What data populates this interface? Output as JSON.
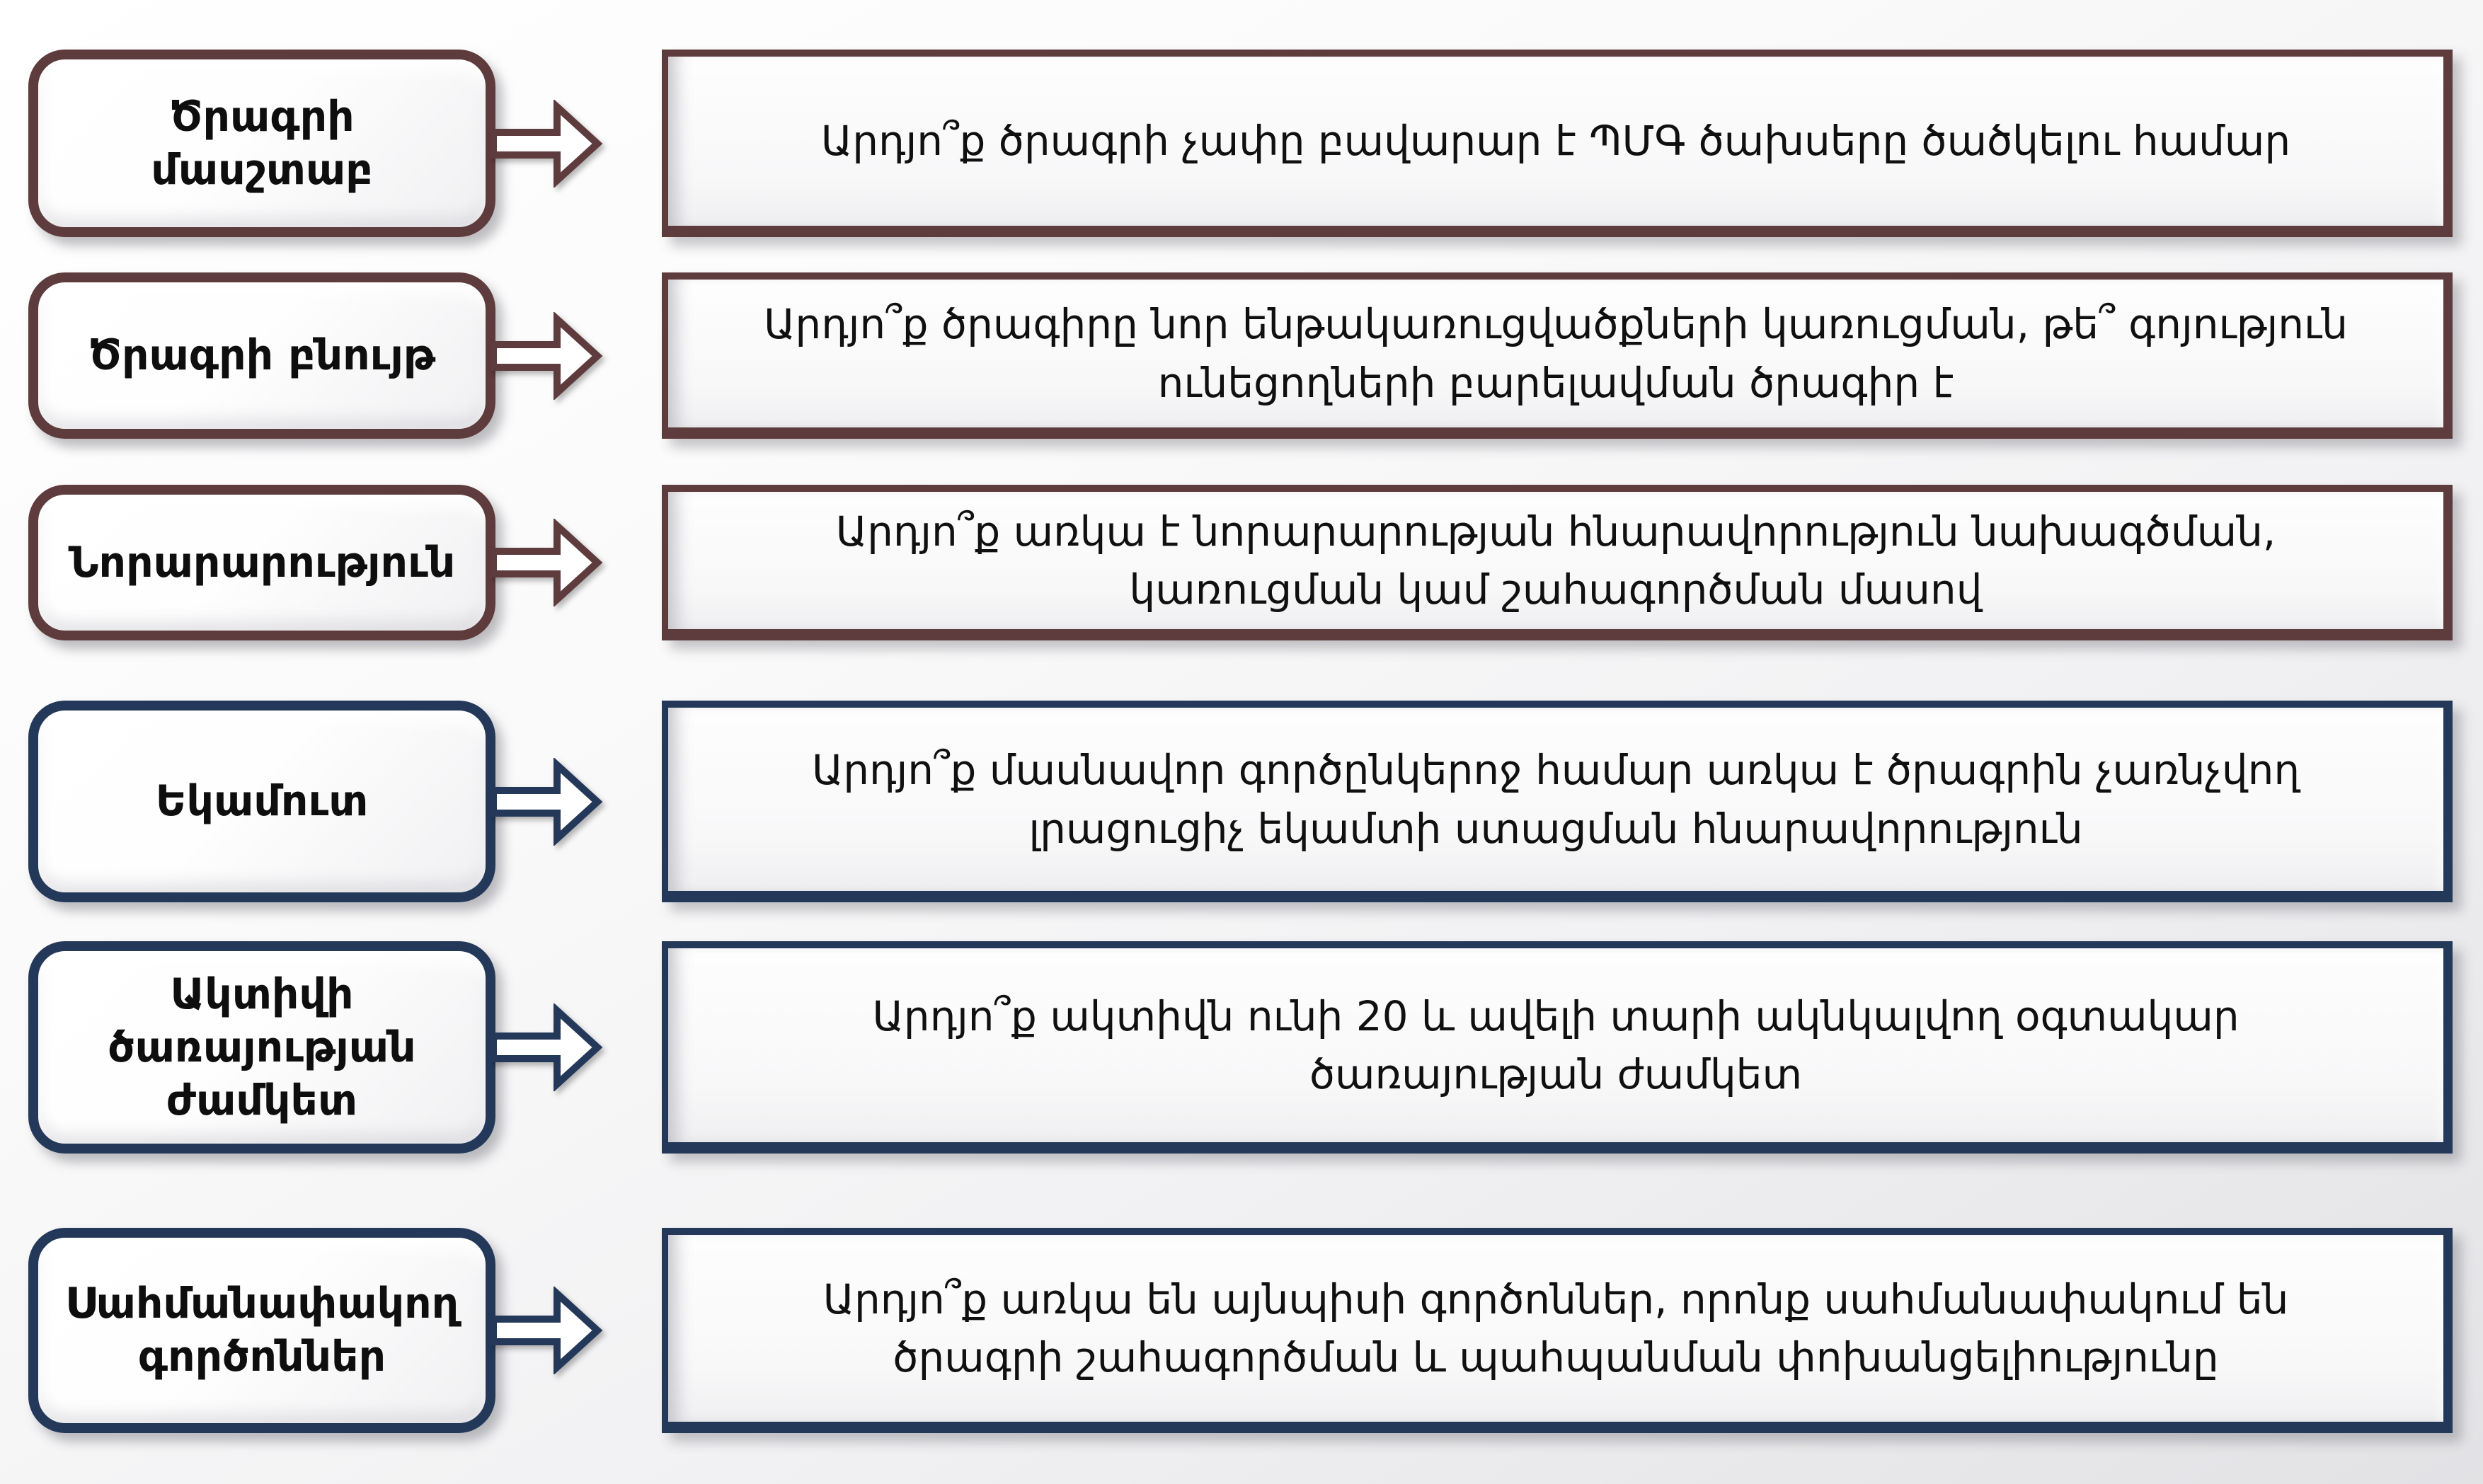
{
  "diagram": {
    "title": "PPP project screening criteria diagram",
    "colors": {
      "maroon": "#5e3b3c",
      "navy": "#24395a",
      "text": "#101010",
      "box_fill": "#ffffff"
    },
    "rows": [
      {
        "id": "program-scale",
        "label": "Ծրագրի\nմասշտաբ",
        "question": "Արդյո՞ք ծրագրի չափը բավարար է ՊՄԳ ծախսերը ծածկելու համար",
        "theme": "maroon"
      },
      {
        "id": "program-nature",
        "label": "Ծրագրի բնույթ",
        "question": "Արդյո՞ք ծրագիրը նոր ենթակառուցվածքների կառուցման, թե՞ գոյություն ունեցողների բարելավման ծրագիր է",
        "theme": "maroon"
      },
      {
        "id": "innovation",
        "label": "Նորարարություն",
        "question": "Արդյո՞ք առկա է նորարարության հնարավորություն նախագծման, կառուցման կամ շահագործման մասով",
        "theme": "maroon"
      },
      {
        "id": "income",
        "label": "Եկամուտ",
        "question": "Արդյո՞ք մասնավոր գործընկերոջ համար առկա է ծրագրին չառնչվող լրացուցիչ եկամտի ստացման հնարավորություն",
        "theme": "navy"
      },
      {
        "id": "asset-service-life",
        "label": "Ակտիվի\nծառայության\nժամկետ",
        "question": "Արդյո՞ք ակտիվն ունի 20 և ավելի տարի ակնկալվող օգտակար ծառայության ժամկետ",
        "theme": "navy"
      },
      {
        "id": "limiting-factors",
        "label": "Սահմանափակող\nգործոններ",
        "question": "Արդյո՞ք առկա են այնպիսի գործոններ, որոնք սահմանափակում են ծրագրի շահագործման և պահպանման փոխանցելիությունը",
        "theme": "navy"
      }
    ]
  }
}
